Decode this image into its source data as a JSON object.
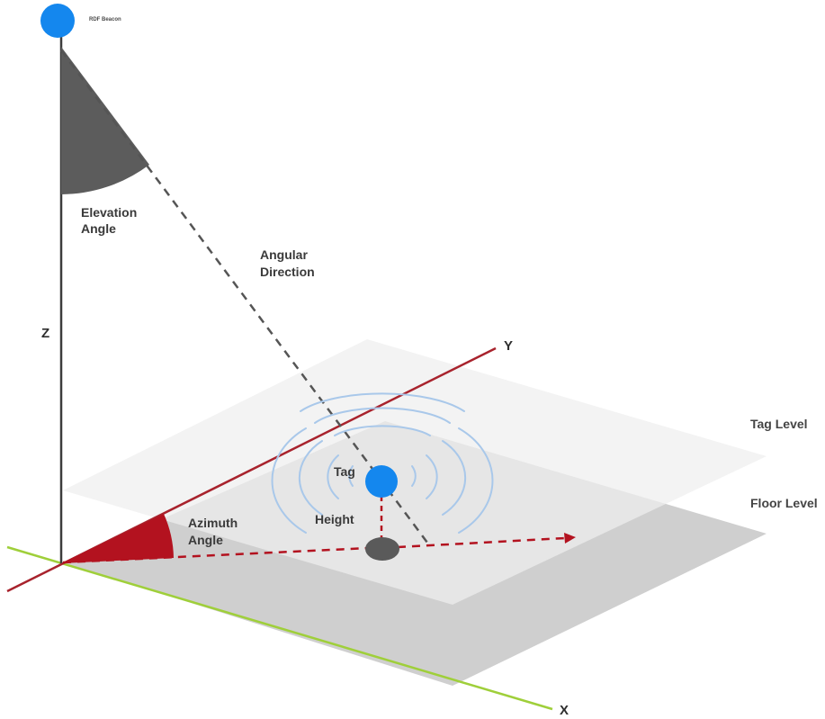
{
  "labels": {
    "beacon": "RDF Beacon",
    "elevation_line1": "Elevation",
    "elevation_line2": "Angle",
    "angular_line1": "Angular",
    "angular_line2": "Direction",
    "z_axis": "Z",
    "y_axis": "Y",
    "x_axis": "X",
    "tag_level": "Tag Level",
    "floor_level": "Floor Level",
    "tag": "Tag",
    "height": "Height",
    "azimuth_line1": "Azimuth",
    "azimuth_line2": "Angle"
  },
  "colors": {
    "beacon_blue": "#1487ee",
    "tag_blue": "#1487ee",
    "elevation_wedge": "#5c5c5c",
    "azimuth_wedge": "#b3121f",
    "y_axis_line": "#a8232d",
    "x_axis_line": "#9fcf3a",
    "z_axis_line": "#3c3c3c",
    "tag_level_plane": "#eeeeee",
    "floor_level_plane": "#cfcfcf",
    "dashed_red": "#b3121f",
    "dashed_grey": "#555555",
    "signal_rings": "#a9c8ea",
    "floor_point": "#5a5a5a"
  },
  "icons": {
    "beacon": "rdf-beacon-dot",
    "tag": "tag-dot",
    "floor_point": "floor-projection-dot",
    "signal": "signal-rings-icon"
  }
}
